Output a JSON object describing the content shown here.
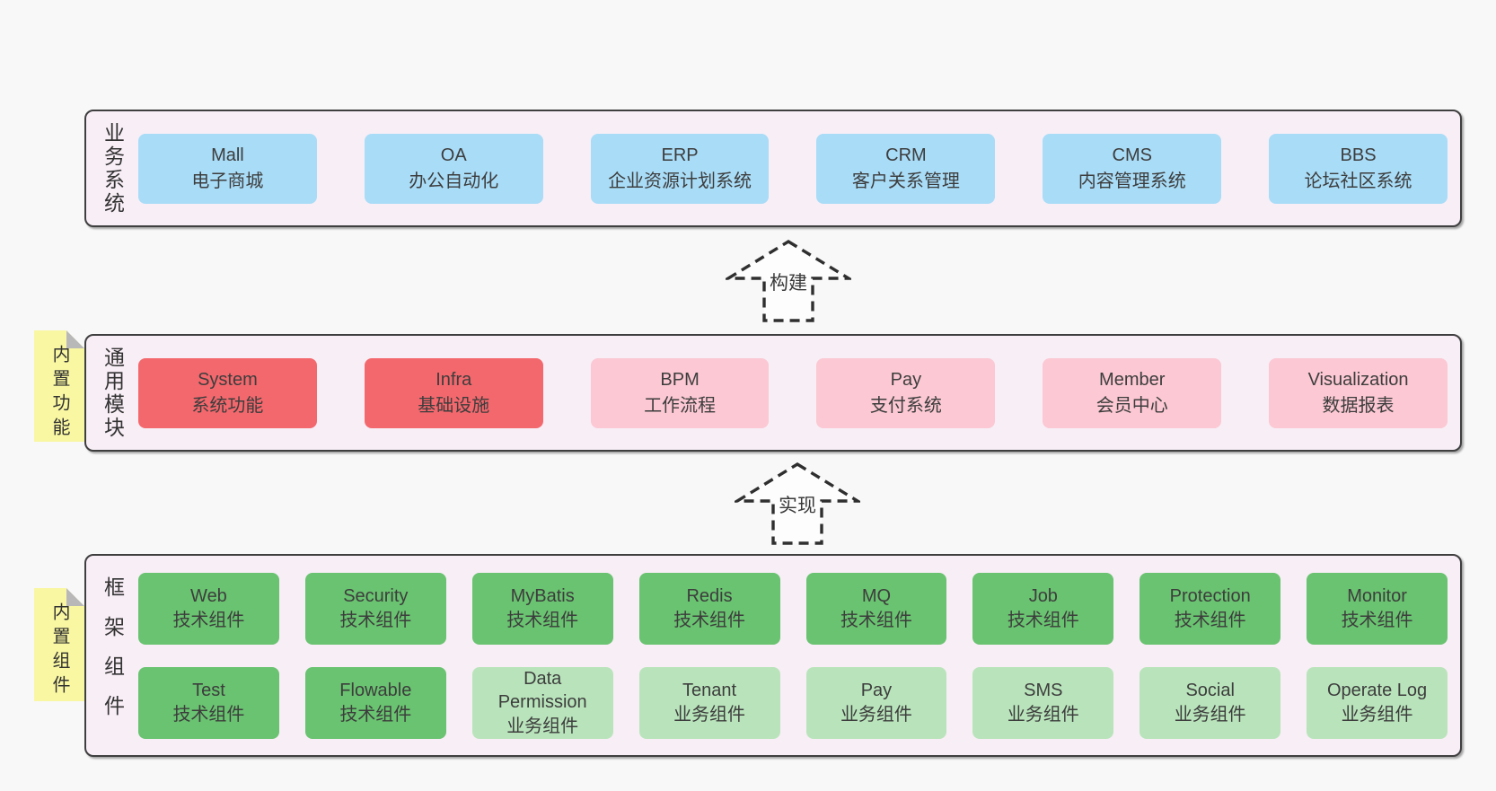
{
  "palette": {
    "canvas_bg": "#f8f8f8",
    "section_bg": "#f8eef6",
    "section_border": "#3f3f3f",
    "blue": "#a9dcf7",
    "red": "#f3686d",
    "pink": "#fbc8d3",
    "green": "#69c370",
    "lightgreen": "#b9e4bb",
    "sticky_yellow": "#f9f7a1",
    "sticky_fold": "#b8b8b8",
    "arrow_stroke": "#2f2f2f",
    "text": "#3d3d3d"
  },
  "sections": [
    {
      "id": "business-systems",
      "side_label": "业务系统",
      "sticky": null,
      "rows": [
        [
          {
            "title": "Mall",
            "subtitle": "电子商城",
            "variant": "blue"
          },
          {
            "title": "OA",
            "subtitle": "办公自动化",
            "variant": "blue"
          },
          {
            "title": "ERP",
            "subtitle": "企业资源计划系统",
            "variant": "blue"
          },
          {
            "title": "CRM",
            "subtitle": "客户关系管理",
            "variant": "blue"
          },
          {
            "title": "CMS",
            "subtitle": "内容管理系统",
            "variant": "blue"
          },
          {
            "title": "BBS",
            "subtitle": "论坛社区系统",
            "variant": "blue"
          }
        ]
      ]
    },
    {
      "id": "common-modules",
      "side_label": "通用模块",
      "sticky": "内置功能",
      "rows": [
        [
          {
            "title": "System",
            "subtitle": "系统功能",
            "variant": "red"
          },
          {
            "title": "Infra",
            "subtitle": "基础设施",
            "variant": "red"
          },
          {
            "title": "BPM",
            "subtitle": "工作流程",
            "variant": "pink"
          },
          {
            "title": "Pay",
            "subtitle": "支付系统",
            "variant": "pink"
          },
          {
            "title": "Member",
            "subtitle": "会员中心",
            "variant": "pink"
          },
          {
            "title": "Visualization",
            "subtitle": "数据报表",
            "variant": "pink"
          }
        ]
      ]
    },
    {
      "id": "framework-components",
      "side_label": "框架组件",
      "sticky": "内置组件",
      "rows": [
        [
          {
            "title": "Web",
            "subtitle": "技术组件",
            "variant": "green"
          },
          {
            "title": "Security",
            "subtitle": "技术组件",
            "variant": "green"
          },
          {
            "title": "MyBatis",
            "subtitle": "技术组件",
            "variant": "green"
          },
          {
            "title": "Redis",
            "subtitle": "技术组件",
            "variant": "green"
          },
          {
            "title": "MQ",
            "subtitle": "技术组件",
            "variant": "green"
          },
          {
            "title": "Job",
            "subtitle": "技术组件",
            "variant": "green"
          },
          {
            "title": "Protection",
            "subtitle": "技术组件",
            "variant": "green"
          },
          {
            "title": "Monitor",
            "subtitle": "技术组件",
            "variant": "green"
          }
        ],
        [
          {
            "title": "Test",
            "subtitle": "技术组件",
            "variant": "green"
          },
          {
            "title": "Flowable",
            "subtitle": "技术组件",
            "variant": "green"
          },
          {
            "title": "Data Permission",
            "subtitle": "业务组件",
            "variant": "lightgreen"
          },
          {
            "title": "Tenant",
            "subtitle": "业务组件",
            "variant": "lightgreen"
          },
          {
            "title": "Pay",
            "subtitle": "业务组件",
            "variant": "lightgreen"
          },
          {
            "title": "SMS",
            "subtitle": "业务组件",
            "variant": "lightgreen"
          },
          {
            "title": "Social",
            "subtitle": "业务组件",
            "variant": "lightgreen"
          },
          {
            "title": "Operate Log",
            "subtitle": "业务组件",
            "variant": "lightgreen"
          }
        ]
      ]
    }
  ],
  "arrows": [
    {
      "label": "构建"
    },
    {
      "label": "实现"
    }
  ]
}
